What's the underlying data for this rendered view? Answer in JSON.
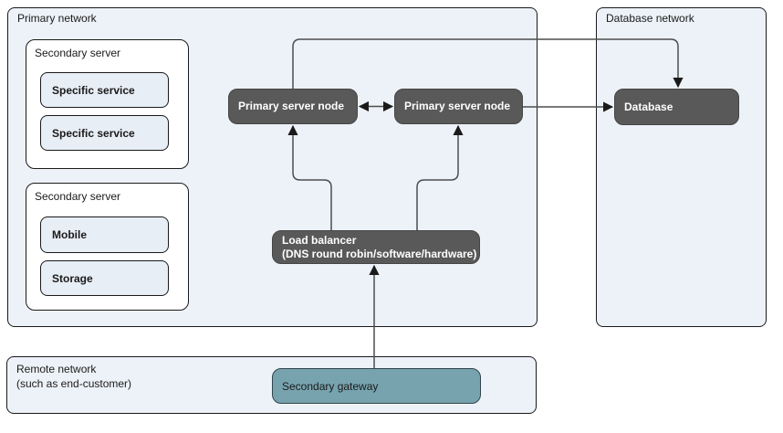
{
  "colors": {
    "page-bg": "#ffffff",
    "container-fill": "#edf2f8",
    "container-border": "#1a1a1a",
    "inner-box-fill": "#e8eef5",
    "white-box-fill": "#ffffff",
    "dark-fill": "#595959",
    "dark-border": "#454545",
    "dark-text": "#ffffff",
    "teal-fill": "#77a3af",
    "teal-border": "#2f444c",
    "text": "#1a1a1a",
    "line": "#4d4d4d",
    "arrow": "#1a1a1a"
  },
  "containers": {
    "primary_network": {
      "label": "Primary network"
    },
    "database_network": {
      "label": "Database network"
    },
    "remote_network": {
      "label_line1": "Remote network",
      "label_line2": "(such as end-customer)"
    }
  },
  "groups": {
    "secondary_server_top": {
      "label": "Secondary server",
      "items": [
        "Specific service",
        "Specific service"
      ]
    },
    "secondary_server_bottom": {
      "label": "Secondary server",
      "items": [
        "Mobile",
        "Storage"
      ]
    }
  },
  "nodes": {
    "primary_node_left": {
      "label": "Primary server node"
    },
    "primary_node_right": {
      "label": "Primary server node"
    },
    "database": {
      "label": "Database"
    },
    "load_balancer": {
      "label_line1": "Load balancer",
      "label_line2": "(DNS round robin/software/hardware)"
    },
    "secondary_gateway": {
      "label": "Secondary gateway"
    }
  }
}
